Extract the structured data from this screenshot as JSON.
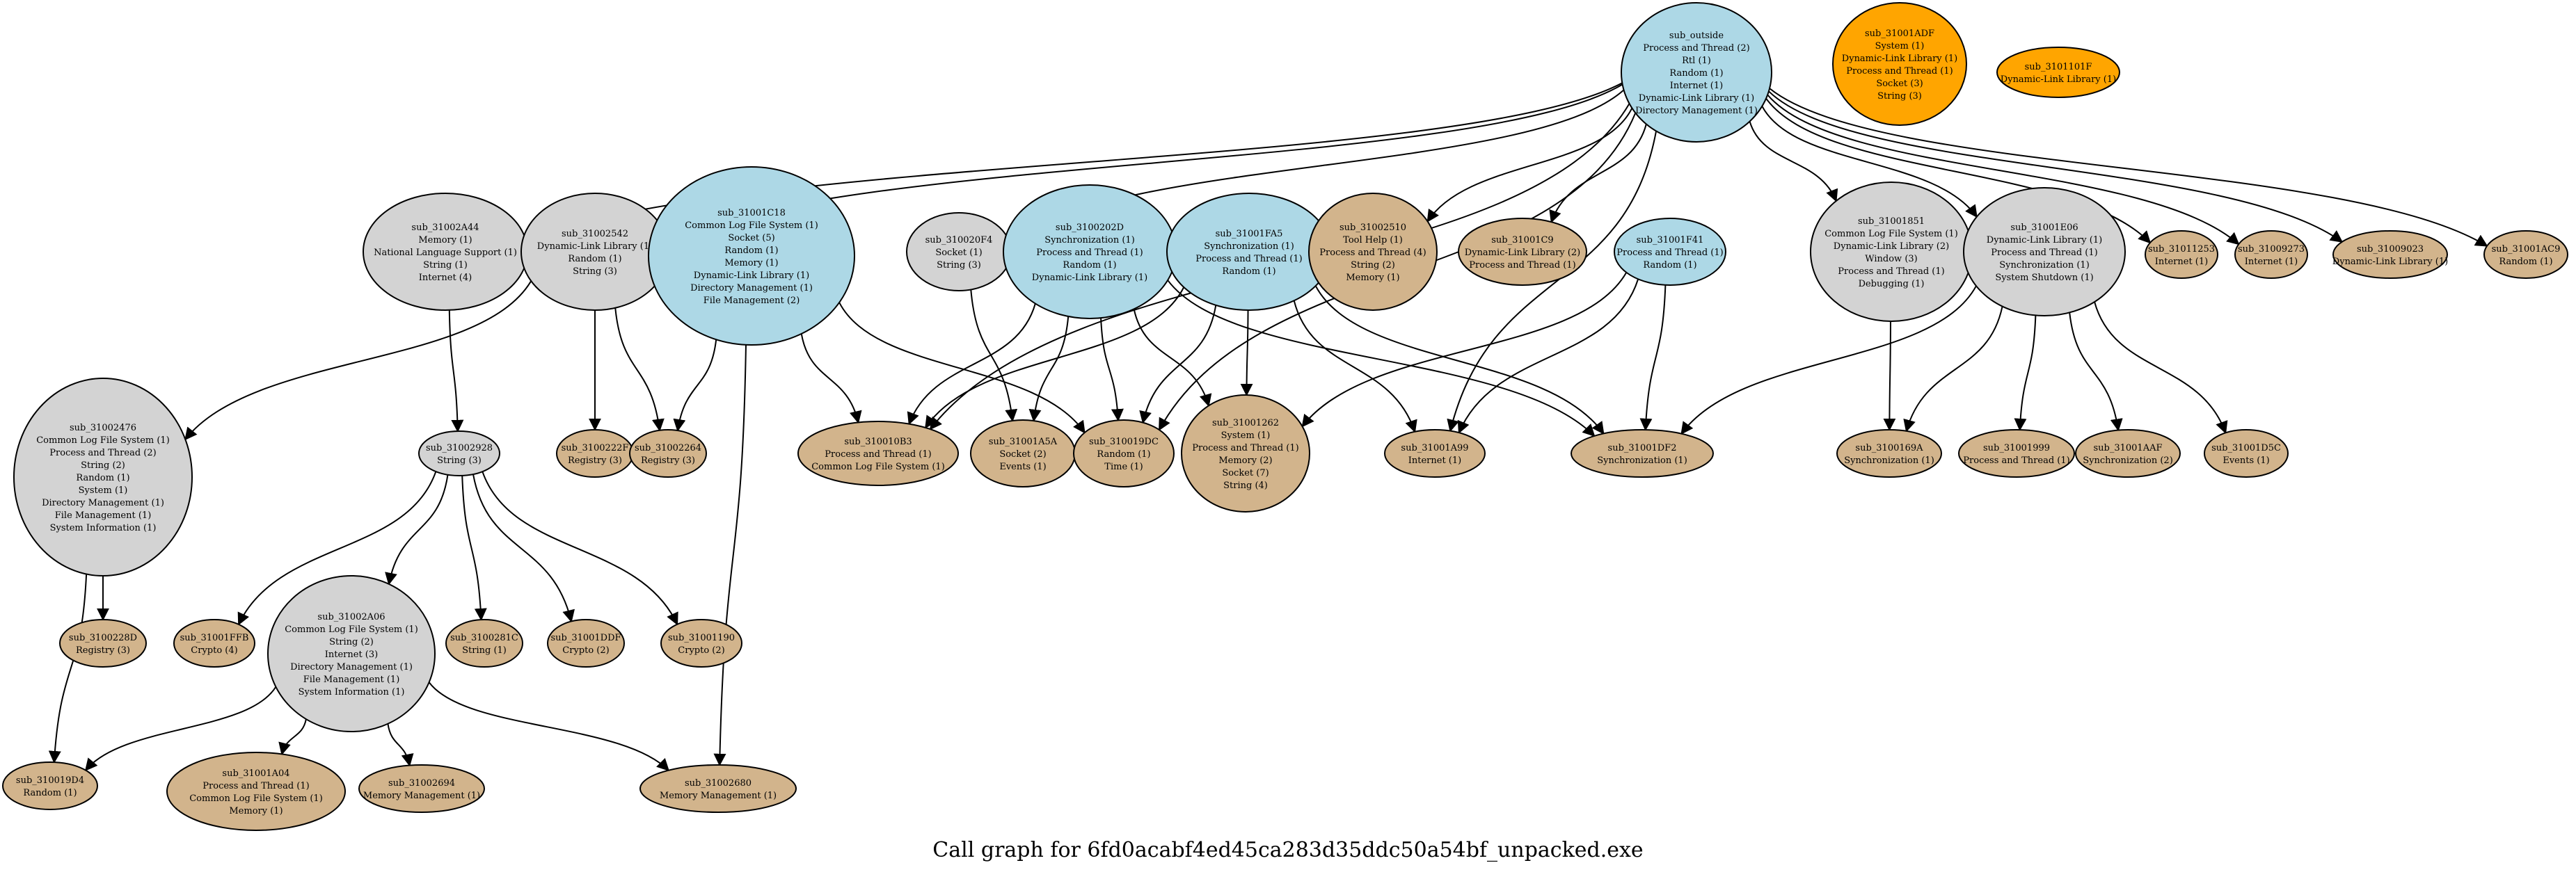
{
  "caption": "Call graph for 6fd0acabf4ed45ca283d35ddc50a54bf_unpacked.exe",
  "palette": {
    "lightblue": "#add8e6",
    "lightgray": "#d3d3d3",
    "tan": "#d2b48c",
    "orange": "#ffa500",
    "edge": "#000000"
  },
  "nodes": [
    {
      "id": "sub_outside",
      "kind": "lightblue",
      "lines": [
        "sub_outside",
        "Process and Thread (2)",
        "Rtl (1)",
        "Random (1)",
        "Internet (1)",
        "Dynamic-Link Library (1)",
        "Directory Management (1)"
      ]
    },
    {
      "id": "sub_31001ADF",
      "kind": "orange",
      "lines": [
        "sub_31001ADF",
        "System (1)",
        "Dynamic-Link Library (1)",
        "Process and Thread (1)",
        "Socket (3)",
        "String (3)"
      ]
    },
    {
      "id": "sub_3101101F",
      "kind": "orange",
      "lines": [
        "sub_3101101F",
        "Dynamic-Link Library (1)"
      ]
    },
    {
      "id": "sub_31002A44",
      "kind": "lightgray",
      "lines": [
        "sub_31002A44",
        "Memory (1)",
        "National Language Support (1)",
        "String (1)",
        "Internet (4)"
      ]
    },
    {
      "id": "sub_31002542",
      "kind": "lightgray",
      "lines": [
        "sub_31002542",
        "Dynamic-Link Library (1)",
        "Random (1)",
        "String (3)"
      ]
    },
    {
      "id": "sub_31001C18",
      "kind": "lightblue",
      "lines": [
        "sub_31001C18",
        "Common Log File System (1)",
        "Socket (5)",
        "Random (1)",
        "Memory (1)",
        "Dynamic-Link Library (1)",
        "Directory Management (1)",
        "File Management (2)"
      ]
    },
    {
      "id": "sub_310020F4",
      "kind": "lightgray",
      "lines": [
        "sub_310020F4",
        "Socket (1)",
        "String (3)"
      ]
    },
    {
      "id": "sub_3100202D",
      "kind": "lightblue",
      "lines": [
        "sub_3100202D",
        "Synchronization (1)",
        "Process and Thread (1)",
        "Random (1)",
        "Dynamic-Link Library (1)"
      ]
    },
    {
      "id": "sub_31001FA5",
      "kind": "lightblue",
      "lines": [
        "sub_31001FA5",
        "Synchronization (1)",
        "Process and Thread (1)",
        "Random (1)"
      ]
    },
    {
      "id": "sub_31002510",
      "kind": "tan",
      "lines": [
        "sub_31002510",
        "Tool Help (1)",
        "Process and Thread (4)",
        "String (2)",
        "Memory (1)"
      ]
    },
    {
      "id": "sub_31001C9",
      "kind": "tan",
      "lines": [
        "sub_31001C9",
        "Dynamic-Link Library (2)",
        "Process and Thread (1)"
      ]
    },
    {
      "id": "sub_31001F41",
      "kind": "lightblue",
      "lines": [
        "sub_31001F41",
        "Process and Thread (1)",
        "Random (1)"
      ]
    },
    {
      "id": "sub_31001851",
      "kind": "lightgray",
      "lines": [
        "sub_31001851",
        "Common Log File System (1)",
        "Dynamic-Link Library (2)",
        "Window (3)",
        "Process and Thread (1)",
        "Debugging (1)"
      ]
    },
    {
      "id": "sub_31001E06",
      "kind": "lightgray",
      "lines": [
        "sub_31001E06",
        "Dynamic-Link Library (1)",
        "Process and Thread (1)",
        "Synchronization (1)",
        "System Shutdown (1)"
      ]
    },
    {
      "id": "sub_31011253",
      "kind": "tan",
      "lines": [
        "sub_31011253",
        "Internet (1)"
      ]
    },
    {
      "id": "sub_31009273",
      "kind": "tan",
      "lines": [
        "sub_31009273",
        "Internet (1)"
      ]
    },
    {
      "id": "sub_31009023",
      "kind": "tan",
      "lines": [
        "sub_31009023",
        "Dynamic-Link Library (1)"
      ]
    },
    {
      "id": "sub_31001AC9",
      "kind": "tan",
      "lines": [
        "sub_31001AC9",
        "Random (1)"
      ]
    },
    {
      "id": "sub_31002476",
      "kind": "lightgray",
      "lines": [
        "sub_31002476",
        "Common Log File System (1)",
        "Process and Thread (2)",
        "String (2)",
        "Random (1)",
        "System (1)",
        "Directory Management (1)",
        "File Management (1)",
        "System Information (1)"
      ]
    },
    {
      "id": "sub_31002928",
      "kind": "lightgray",
      "lines": [
        "sub_31002928",
        "String (3)"
      ]
    },
    {
      "id": "sub_3100222F",
      "kind": "tan",
      "lines": [
        "sub_3100222F",
        "Registry (3)"
      ]
    },
    {
      "id": "sub_31002264",
      "kind": "tan",
      "lines": [
        "sub_31002264",
        "Registry (3)"
      ]
    },
    {
      "id": "sub_310010B3",
      "kind": "tan",
      "lines": [
        "sub_310010B3",
        "Process and Thread (1)",
        "Common Log File System (1)"
      ]
    },
    {
      "id": "sub_31001A5A",
      "kind": "tan",
      "lines": [
        "sub_31001A5A",
        "Socket (2)",
        "Events (1)"
      ]
    },
    {
      "id": "sub_310019DC",
      "kind": "tan",
      "lines": [
        "sub_310019DC",
        "Random (1)",
        "Time (1)"
      ]
    },
    {
      "id": "sub_31001262",
      "kind": "tan",
      "lines": [
        "sub_31001262",
        "System (1)",
        "Process and Thread (1)",
        "Memory (2)",
        "Socket (7)",
        "String (4)"
      ]
    },
    {
      "id": "sub_31001A99",
      "kind": "tan",
      "lines": [
        "sub_31001A99",
        "Internet (1)"
      ]
    },
    {
      "id": "sub_31001DF2",
      "kind": "tan",
      "lines": [
        "sub_31001DF2",
        "Synchronization (1)"
      ]
    },
    {
      "id": "sub_3100169A",
      "kind": "tan",
      "lines": [
        "sub_3100169A",
        "Synchronization (1)"
      ]
    },
    {
      "id": "sub_31001999",
      "kind": "tan",
      "lines": [
        "sub_31001999",
        "Process and Thread (1)"
      ]
    },
    {
      "id": "sub_31001AAF",
      "kind": "tan",
      "lines": [
        "sub_31001AAF",
        "Synchronization (2)"
      ]
    },
    {
      "id": "sub_31001D5C",
      "kind": "tan",
      "lines": [
        "sub_31001D5C",
        "Events (1)"
      ]
    },
    {
      "id": "sub_3100228D",
      "kind": "tan",
      "lines": [
        "sub_3100228D",
        "Registry (3)"
      ]
    },
    {
      "id": "sub_31002A06",
      "kind": "lightgray",
      "lines": [
        "sub_31002A06",
        "Common Log File System (1)",
        "String (2)",
        "Internet (3)",
        "Directory Management (1)",
        "File Management (1)",
        "System Information (1)"
      ]
    },
    {
      "id": "sub_31001FFB",
      "kind": "tan",
      "lines": [
        "sub_31001FFB",
        "Crypto (4)"
      ]
    },
    {
      "id": "sub_3100281C",
      "kind": "tan",
      "lines": [
        "sub_3100281C",
        "String (1)"
      ]
    },
    {
      "id": "sub_31001DDF",
      "kind": "tan",
      "lines": [
        "sub_31001DDF",
        "Crypto (2)"
      ]
    },
    {
      "id": "sub_31001190",
      "kind": "tan",
      "lines": [
        "sub_31001190",
        "Crypto (2)"
      ]
    },
    {
      "id": "sub_310019D4",
      "kind": "tan",
      "lines": [
        "sub_310019D4",
        "Random (1)"
      ]
    },
    {
      "id": "sub_31001A04",
      "kind": "tan",
      "lines": [
        "sub_31001A04",
        "Process and Thread (1)",
        "Common Log File System (1)",
        "Memory (1)"
      ]
    },
    {
      "id": "sub_31002694",
      "kind": "tan",
      "lines": [
        "sub_31002694",
        "Memory Management (1)"
      ]
    },
    {
      "id": "sub_31002680",
      "kind": "tan",
      "lines": [
        "sub_31002680",
        "Memory Management (1)"
      ]
    }
  ],
  "edges": [
    [
      "sub_outside",
      "sub_31002A44"
    ],
    [
      "sub_outside",
      "sub_31002542"
    ],
    [
      "sub_outside",
      "sub_310010B3"
    ],
    [
      "sub_outside",
      "sub_310020F4"
    ],
    [
      "sub_outside",
      "sub_31002510"
    ],
    [
      "sub_outside",
      "sub_31001C9"
    ],
    [
      "sub_outside",
      "sub_31001851"
    ],
    [
      "sub_outside",
      "sub_31001E06"
    ],
    [
      "sub_outside",
      "sub_31011253"
    ],
    [
      "sub_outside",
      "sub_31009273"
    ],
    [
      "sub_outside",
      "sub_31009023"
    ],
    [
      "sub_outside",
      "sub_31001AC9"
    ],
    [
      "sub_outside",
      "sub_310019DC"
    ],
    [
      "sub_outside",
      "sub_31001A99"
    ],
    [
      "sub_31002A44",
      "sub_31002928"
    ],
    [
      "sub_31002542",
      "sub_31002476"
    ],
    [
      "sub_31002542",
      "sub_3100222F"
    ],
    [
      "sub_31002542",
      "sub_31002264"
    ],
    [
      "sub_31001C18",
      "sub_31002264"
    ],
    [
      "sub_31001C18",
      "sub_310010B3"
    ],
    [
      "sub_31001C18",
      "sub_310019DC"
    ],
    [
      "sub_31001C18",
      "sub_31002680"
    ],
    [
      "sub_310020F4",
      "sub_31001A5A"
    ],
    [
      "sub_3100202D",
      "sub_310010B3"
    ],
    [
      "sub_3100202D",
      "sub_31001A5A"
    ],
    [
      "sub_3100202D",
      "sub_310019DC"
    ],
    [
      "sub_3100202D",
      "sub_31001262"
    ],
    [
      "sub_3100202D",
      "sub_31001DF2"
    ],
    [
      "sub_31001FA5",
      "sub_310010B3"
    ],
    [
      "sub_31001FA5",
      "sub_310019DC"
    ],
    [
      "sub_31001FA5",
      "sub_31001262"
    ],
    [
      "sub_31001FA5",
      "sub_31001A99"
    ],
    [
      "sub_31001FA5",
      "sub_31001DF2"
    ],
    [
      "sub_31001F41",
      "sub_31001262"
    ],
    [
      "sub_31001F41",
      "sub_31001A99"
    ],
    [
      "sub_31001F41",
      "sub_31001DF2"
    ],
    [
      "sub_31001851",
      "sub_3100169A"
    ],
    [
      "sub_31001E06",
      "sub_3100169A"
    ],
    [
      "sub_31001E06",
      "sub_31001999"
    ],
    [
      "sub_31001E06",
      "sub_31001AAF"
    ],
    [
      "sub_31001E06",
      "sub_31001D5C"
    ],
    [
      "sub_31001E06",
      "sub_31001DF2"
    ],
    [
      "sub_31002476",
      "sub_3100228D"
    ],
    [
      "sub_31002476",
      "sub_310019D4"
    ],
    [
      "sub_31002928",
      "sub_31001FFB"
    ],
    [
      "sub_31002928",
      "sub_31002A06"
    ],
    [
      "sub_31002928",
      "sub_3100281C"
    ],
    [
      "sub_31002928",
      "sub_31001DDF"
    ],
    [
      "sub_31002928",
      "sub_31001190"
    ],
    [
      "sub_31002A06",
      "sub_310019D4"
    ],
    [
      "sub_31002A06",
      "sub_31001A04"
    ],
    [
      "sub_31002A06",
      "sub_31002694"
    ],
    [
      "sub_31002A06",
      "sub_31002680"
    ]
  ]
}
